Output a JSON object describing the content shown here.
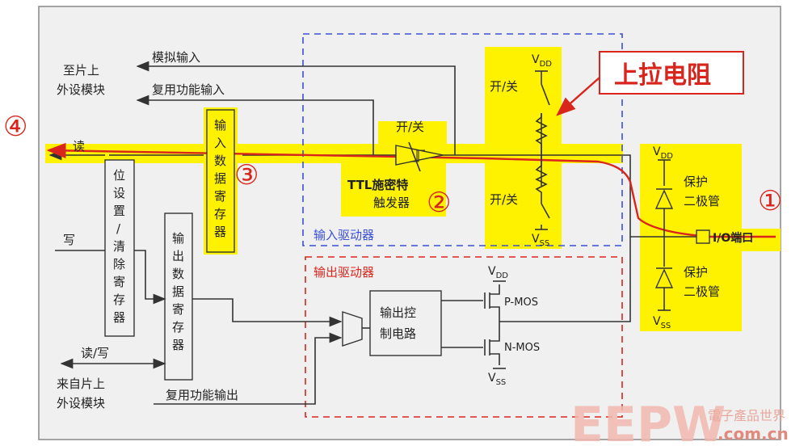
{
  "labels": {
    "analog_input": "模拟输入",
    "to_peripheral": [
      "至片上",
      "外设模块"
    ],
    "alt_func_input": "复用功能输入",
    "read": "读",
    "write": "写",
    "read_write": "读/写",
    "from_peripheral": [
      "来自片上",
      "外设模块"
    ],
    "alt_func_output": "复用功能输出",
    "input_data_register": [
      "输",
      "入",
      "数",
      "据",
      "寄",
      "存",
      "器"
    ],
    "bit_set_reset_register": [
      "位",
      "设",
      "置",
      "/",
      "清",
      "除",
      "寄",
      "存",
      "器"
    ],
    "output_data_register": [
      "输",
      "出",
      "数",
      "据",
      "寄",
      "存",
      "器"
    ],
    "onoff_ttl": "开/关",
    "ttl_schmitt": [
      "TTL施密特",
      "触发器"
    ],
    "input_driver": "输入驱动器",
    "output_driver": "输出驱动器",
    "vdd": "V",
    "vdd_sub": "DD",
    "vss": "V",
    "vss_sub": "SS",
    "onoff_pullup": "开/关",
    "onoff_pulldown": "开/关",
    "pullup_callout": "上拉电阻",
    "protect_diode_top": [
      "保护",
      "二极管"
    ],
    "protect_diode_bottom": [
      "保护",
      "二极管"
    ],
    "io_pin": "I/O端口",
    "output_control": [
      "输出控",
      "制电路"
    ],
    "pmos": "P-MOS",
    "nmos": "N-MOS",
    "markers": [
      "①",
      "②",
      "③",
      "④"
    ],
    "watermark_logo": "EEPW",
    "watermark_cn": "電子產品世界",
    "watermark_url": ".com.cn"
  },
  "colors": {
    "highlight": "#fff200",
    "signal_path": "#d9251c",
    "input_driver_box": "#3a4fd8",
    "output_driver_box": "#d9251c",
    "background": "#f0f0f0",
    "watermark": "#f2b8b0"
  }
}
